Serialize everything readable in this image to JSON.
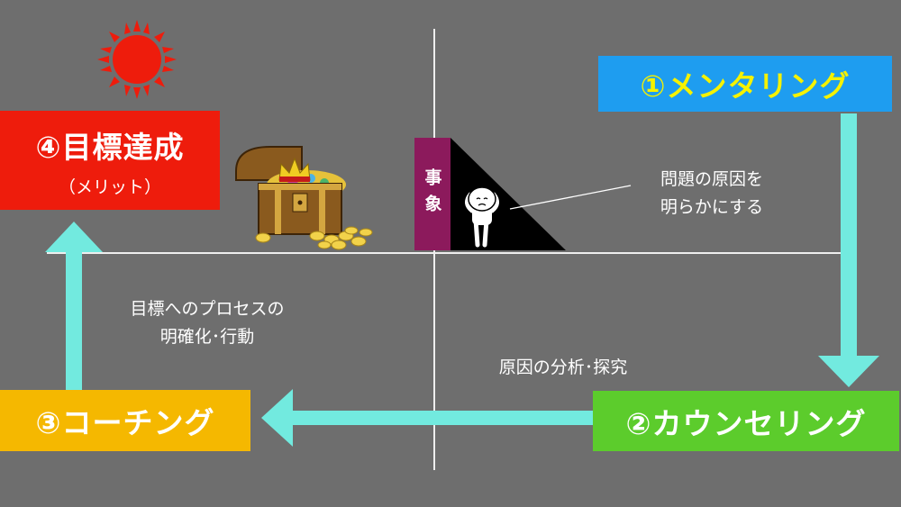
{
  "colors": {
    "background": "#6e6e6e",
    "mentoring": "#1e9df0",
    "mentoring_text": "#f5f200",
    "counseling": "#5ccc2c",
    "coaching": "#f5b800",
    "goal": "#ee1c0c",
    "arrow": "#72eadf",
    "jisho": "#8c1a5c"
  },
  "steps": {
    "mentoring": {
      "label": "①メンタリング"
    },
    "counseling": {
      "label": "②カウンセリング"
    },
    "coaching": {
      "label": "③コーチング"
    },
    "goal": {
      "label": "④目標達成",
      "sub": "（メリット）"
    }
  },
  "notes": {
    "cause": [
      "問題の原因を",
      "明らかにする"
    ],
    "analysis": "原因の分析･探究",
    "process": [
      "目標へのプロセスの",
      "明確化･行動"
    ]
  },
  "jisho": {
    "label": "事象"
  },
  "icons": [
    "sun-icon",
    "treasure-chest-icon",
    "worried-person-icon"
  ]
}
